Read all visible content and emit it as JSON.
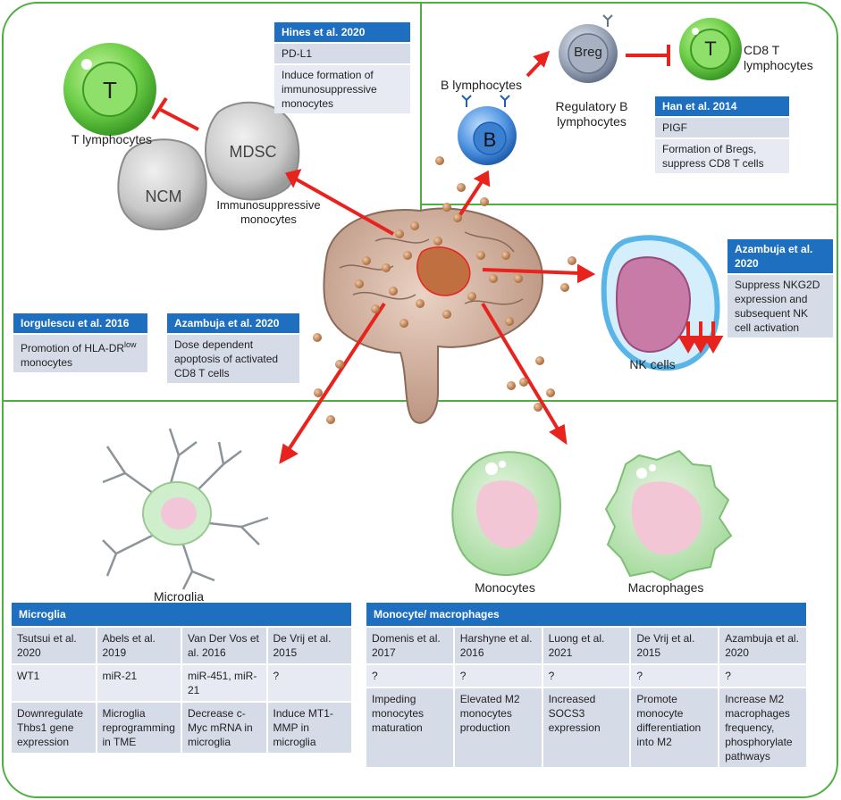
{
  "cells": {
    "t_lymphocytes": "T lymphocytes",
    "t_letter": "T",
    "mdsc": "MDSC",
    "ncm": "NCM",
    "immunosuppressive_monocytes": "Immunosuppressive monocytes",
    "b_lymphocytes": "B lymphocytes",
    "b_letter": "B",
    "breg": "Breg",
    "regulatory_b": "Regulatory B lymphocytes",
    "cd8_t_letter": "T",
    "cd8_t": "CD8 T lymphocytes",
    "nk_cells": "NK cells",
    "microglia": "Microglia",
    "monocytes": "Monocytes",
    "macrophages": "Macrophages"
  },
  "refs": {
    "hines": {
      "title": "Hines et al. 2020",
      "row1": "PD-L1",
      "row2": "Induce formation of immunosuppressive monocytes"
    },
    "han": {
      "title": "Han et al. 2014",
      "row1": "PIGF",
      "row2": "Formation of Bregs, suppress CD8 T cells"
    },
    "azambuja_nk": {
      "title": "Azambuja et al. 2020",
      "row1": "Suppress NKG2D expression and subsequent NK cell activation"
    },
    "iorgulescu": {
      "title": "Iorgulescu et al. 2016",
      "row1_prefix": "Promotion of HLA-DR",
      "row1_sup": "low",
      "row1_suffix": "monocytes"
    },
    "azambuja_cd8": {
      "title": "Azambuja et al. 2020",
      "row1": "Dose dependent apoptosis of activated CD8 T cells"
    }
  },
  "microglia_table": {
    "title": "Microglia",
    "refs": [
      "Tsutsui et al. 2020",
      "Abels et al. 2019",
      "Van Der Vos et al. 2016",
      "De Vrij et al. 2015"
    ],
    "molecules": [
      "WT1",
      "miR-21",
      "miR-451, miR-21",
      "?"
    ],
    "effects": [
      "Downregulate Thbs1 gene expression",
      "Microglia reprogramming in TME",
      "Decrease c-Myc mRNA in microglia",
      "Induce MT1-MMP in microglia"
    ]
  },
  "monocyte_table": {
    "title": "Monocyte/ macrophages",
    "refs": [
      "Domenis et al. 2017",
      "Harshyne et al. 2016",
      "Luong et al. 2021",
      "De Vrij et al. 2015",
      "Azambuja et al. 2020"
    ],
    "molecules": [
      "?",
      "?",
      "?",
      "?",
      "?"
    ],
    "effects": [
      "Impeding monocytes maturation",
      "Elevated M2 monocytes production",
      "Increased SOCS3 expression",
      "Promote monocyte differentiation into M2",
      "Increase M2 macrophages frequency, phosphorylate pathways"
    ]
  },
  "colors": {
    "border": "#4caf3f",
    "header": "#1e6fbf",
    "arrow": "#e8231e",
    "row": "#d6dbe8"
  }
}
